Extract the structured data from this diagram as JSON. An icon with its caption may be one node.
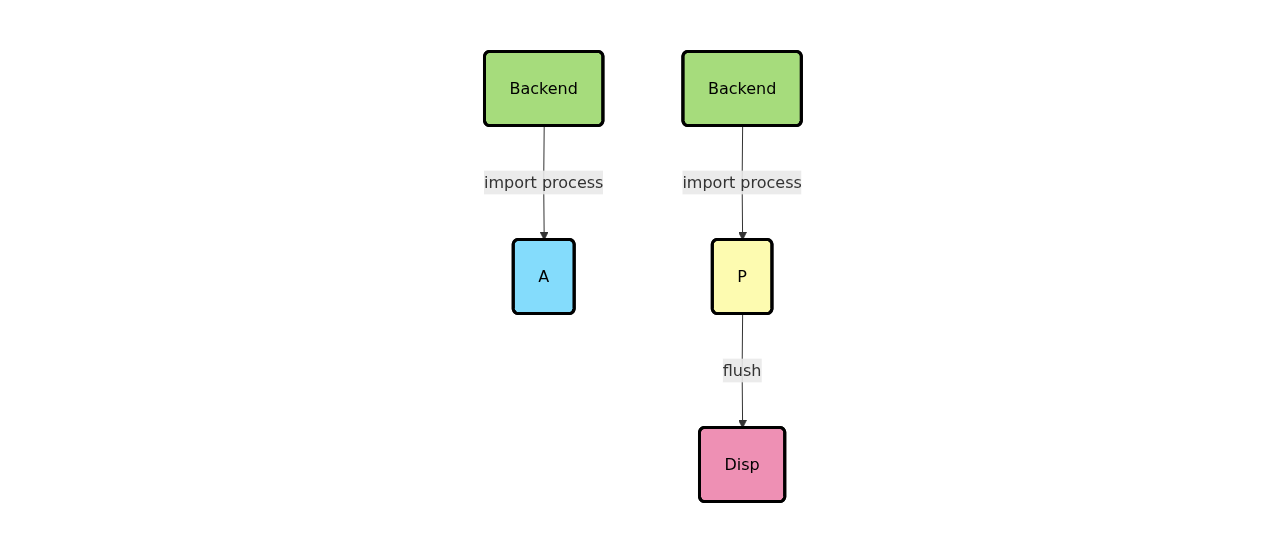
{
  "diagram": {
    "nodes": [
      {
        "text": [
          "Backend"
        ]
      },
      {
        "text": [
          "A"
        ]
      },
      {
        "text": [
          "Backend"
        ]
      },
      {
        "text": [
          "P"
        ]
      },
      {
        "text": [
          "Disp"
        ]
      }
    ],
    "edges": [
      {
        "from": 0,
        "to": 1,
        "arrow": "to",
        "label": "import process"
      },
      {
        "from": 2,
        "to": 3,
        "arrow": "to",
        "label": "import process"
      },
      {
        "from": 3,
        "to": 4,
        "arrow": "to",
        "label": "flush"
      }
    ]
  }
}
